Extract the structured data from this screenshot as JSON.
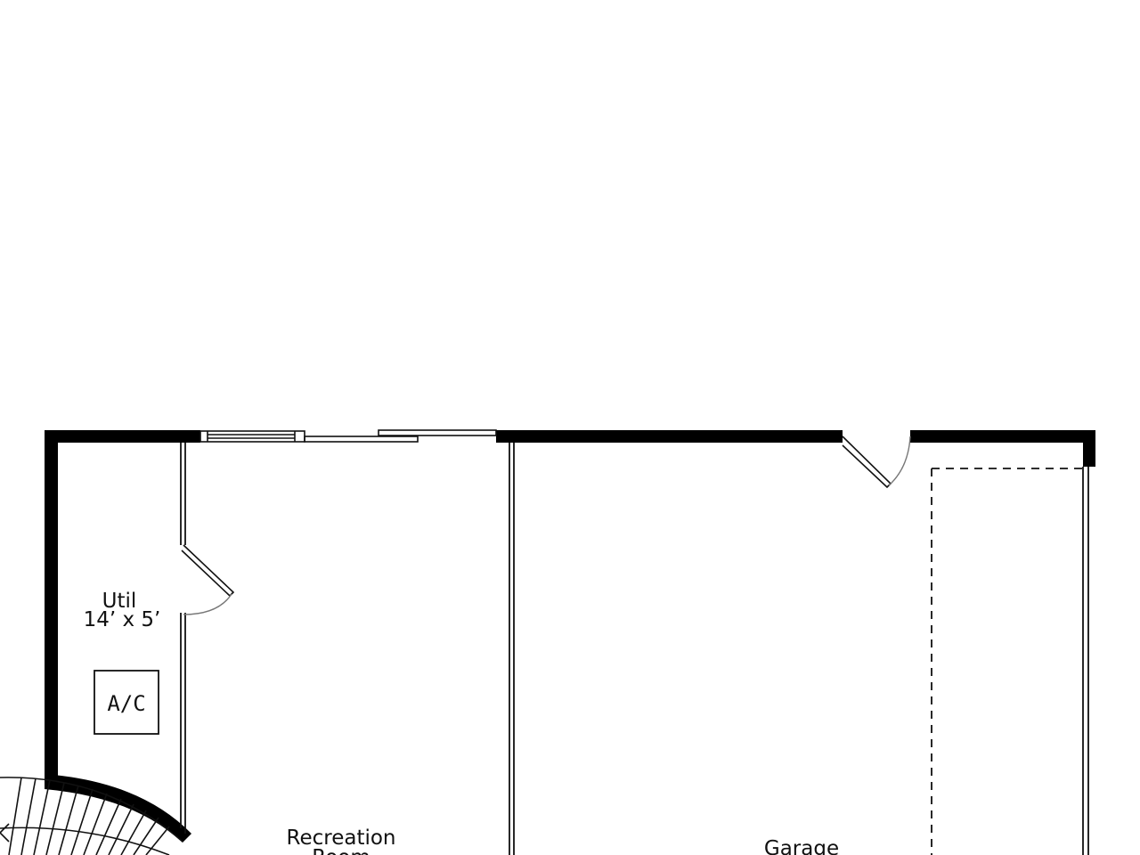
{
  "rooms": {
    "util": {
      "name": "Util",
      "dimensions": "14’ x 5’"
    },
    "recreation": {
      "name": "Recreation",
      "name_line2": "Room"
    },
    "garage": {
      "name": "Garage"
    }
  },
  "fixtures": {
    "ac_unit": "A/C"
  },
  "colors": {
    "wall": "#000000",
    "line": "#111111",
    "background": "#ffffff"
  }
}
